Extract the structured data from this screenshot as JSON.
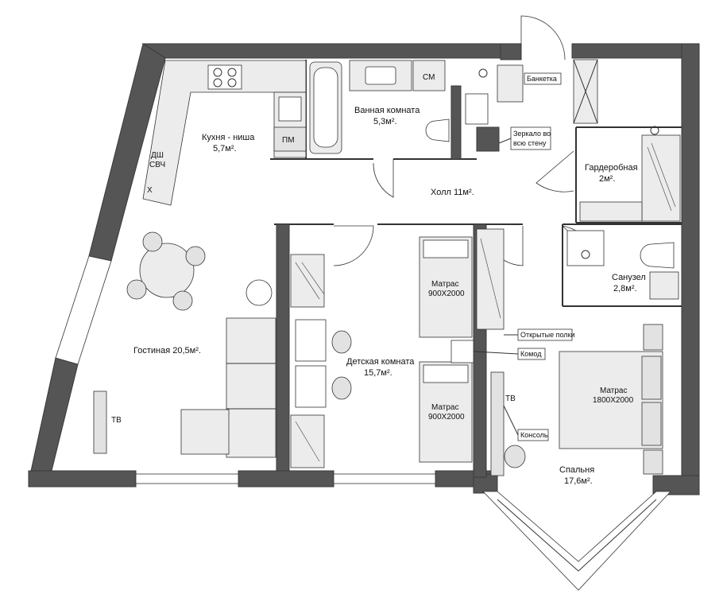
{
  "rooms": {
    "kitchen": {
      "name": "Кухня - ниша",
      "area": "5,7м²."
    },
    "bathroom": {
      "name": "Ванная комната",
      "area": "5,3м²."
    },
    "hall": {
      "name": "Холл 11м²."
    },
    "wardrobe": {
      "name": "Гардеробная",
      "area": "2м²."
    },
    "living": {
      "name": "Гостиная 20,5м²."
    },
    "kids": {
      "name": "Детская комната",
      "area": "15,7м²."
    },
    "wc": {
      "name": "Санузел",
      "area": "2,8м²."
    },
    "bedroom": {
      "name": "Спальня",
      "area": "17,6м²."
    }
  },
  "fixtures": {
    "dishwasher": "ДШ",
    "microwave": "СВЧ",
    "fridge": "Х",
    "sink_pm": "ПМ",
    "washer": "СМ",
    "tv_living": "ТВ",
    "tv_bedroom": "ТВ"
  },
  "beds": {
    "kid_top": {
      "label": "Матрас",
      "size": "900Х2000"
    },
    "kid_bottom": {
      "label": "Матрас",
      "size": "900Х2000"
    },
    "master": {
      "label": "Матрас",
      "size": "1800Х2000"
    }
  },
  "callouts": {
    "bench": "Банкетка",
    "mirror_line1": "Зеркало во",
    "mirror_line2": "всю стену",
    "open_shelves": "Открытые полки",
    "dresser": "Комод",
    "console": "Консоль"
  }
}
